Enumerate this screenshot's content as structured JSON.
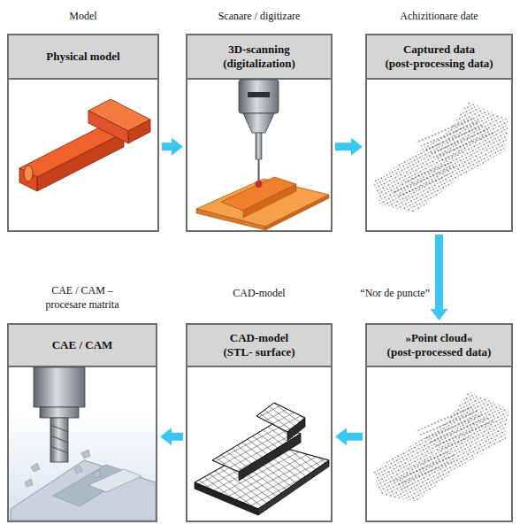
{
  "diagram": {
    "nodes": [
      {
        "text": [
          "Model",
          "Physical model"
        ]
      },
      {
        "text": [
          "Scanare / digitizare",
          "3D-scanning (digitalization)"
        ]
      },
      {
        "text": [
          "Achizitionare date",
          "Captured data (post-processing data)"
        ]
      },
      {
        "text": [
          "CAE / CAM – procesare matrita",
          "CAE / CAM"
        ]
      },
      {
        "text": [
          "CAD-model",
          "CAD-model (STL- surface)"
        ]
      },
      {
        "text": [
          "“Nor de puncte”",
          "»Point cloud« (post-processed data)"
        ]
      }
    ],
    "edges": [
      {
        "from": 0,
        "to": 1,
        "arrow": "to"
      },
      {
        "from": 1,
        "to": 2,
        "arrow": "to"
      },
      {
        "from": 2,
        "to": 5,
        "arrow": "to"
      },
      {
        "from": 5,
        "to": 4,
        "arrow": "to"
      },
      {
        "from": 4,
        "to": 3,
        "arrow": "to"
      }
    ]
  }
}
